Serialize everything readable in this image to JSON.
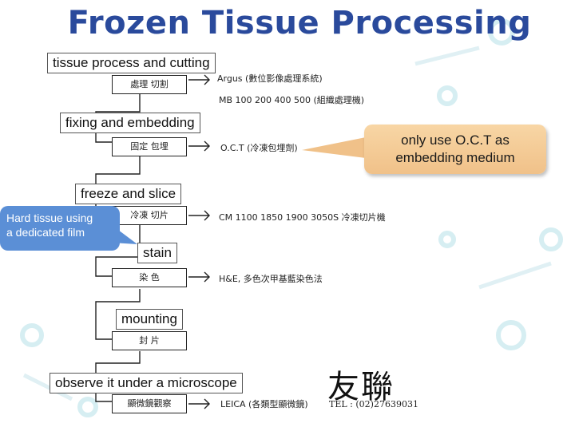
{
  "title": "Frozen Tissue Processing",
  "steps": [
    {
      "label": "tissue process and cutting",
      "scan_box": "處理 切割",
      "note_lines": [
        "Argus (數位影像處理系統)",
        "MB 100 200 400 500 (組織處理機)"
      ]
    },
    {
      "label": "fixing and embedding",
      "scan_box": "固定 包埋",
      "note_lines": [
        "O.C.T (冷凍包埋劑)"
      ]
    },
    {
      "label": "freeze and slice",
      "scan_box": "冷凍 切片",
      "note_lines": [
        "CM 1100 1850 1900 3050S 冷凍切片機"
      ]
    },
    {
      "label": "stain",
      "scan_box": "染 色",
      "note_lines": [
        "H&E, 多色次甲基藍染色法"
      ]
    },
    {
      "label": "mounting",
      "scan_box": "封 片",
      "note_lines": []
    },
    {
      "label": "observe it under a microscope",
      "scan_box": "顯微鏡觀察",
      "note_lines": [
        "LEICA (各類型顯微鏡)"
      ]
    }
  ],
  "callouts": {
    "right": {
      "line1": "only use O.C.T as",
      "line2": "embedding medium",
      "color": "#f3c690"
    },
    "left": {
      "line1": "Hard tissue using",
      "line2": "a dedicated film",
      "color": "#5b8fd6"
    }
  },
  "logo": {
    "text": "友聯",
    "tel": "TEL : (02)27639031"
  },
  "colors": {
    "title": "#2a4a9c"
  }
}
